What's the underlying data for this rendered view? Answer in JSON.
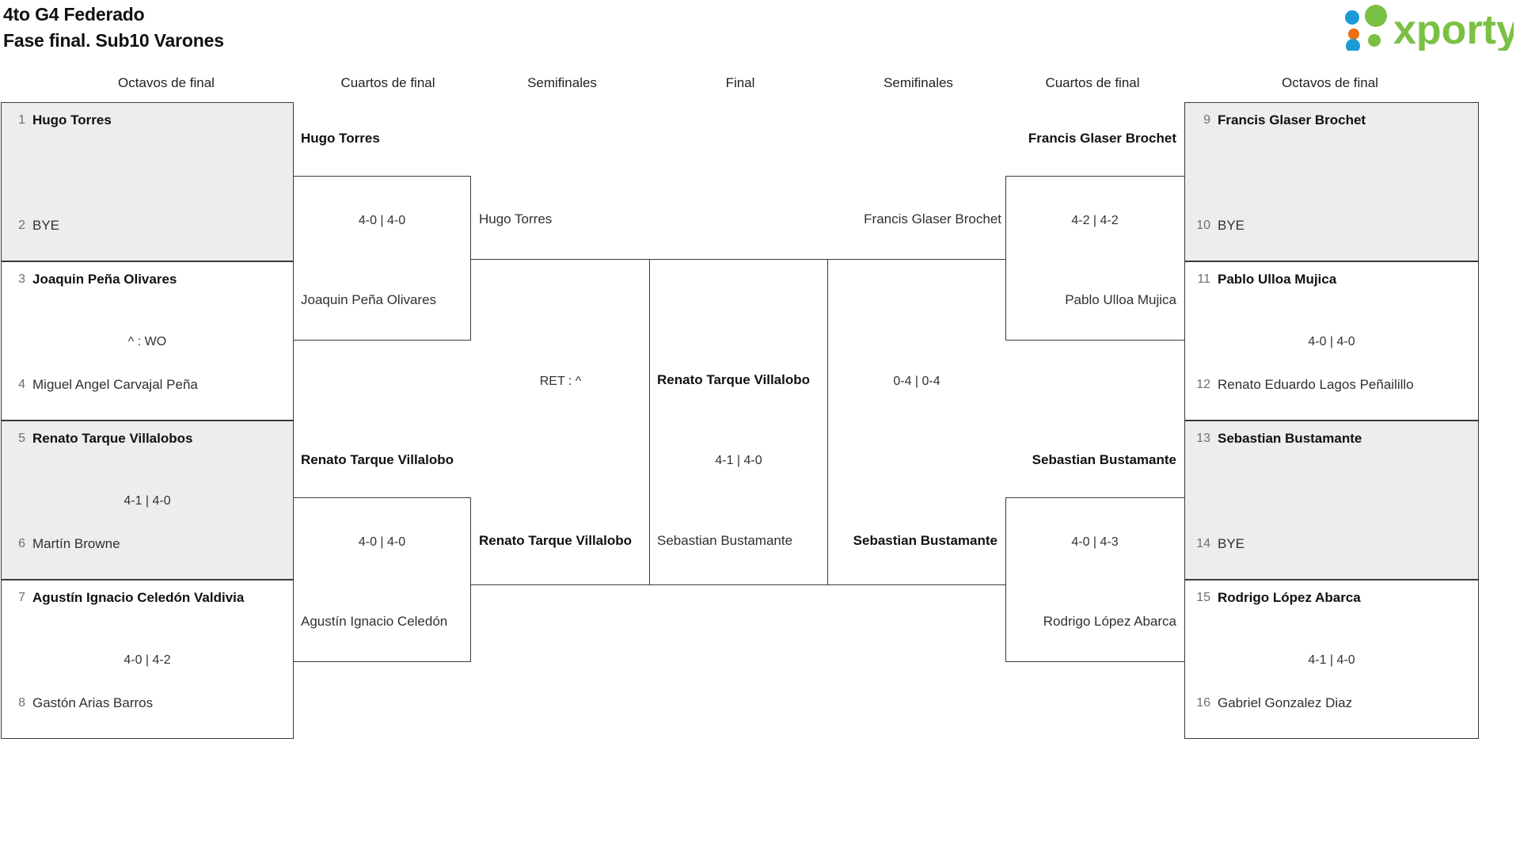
{
  "header": {
    "title_line1": "4to G4 Federado",
    "title_line2": "Fase final. Sub10 Varones",
    "logo_text": "xporty",
    "logo_colors": {
      "green": "#7ac143",
      "orange": "#e8700f",
      "blue": "#1c9ad6"
    }
  },
  "round_headers": [
    {
      "label": "Octavos de final"
    },
    {
      "label": "Cuartos de final"
    },
    {
      "label": "Semifinales"
    },
    {
      "label": "Final"
    },
    {
      "label": "Semifinales"
    },
    {
      "label": "Cuartos de final"
    },
    {
      "label": "Octavos de final"
    }
  ],
  "left_octavos": [
    {
      "shaded": true,
      "top": {
        "seed": "1",
        "name": "Hugo Torres",
        "winner": true
      },
      "bottom": {
        "seed": "2",
        "name": "BYE",
        "winner": false
      },
      "score": ""
    },
    {
      "shaded": false,
      "top": {
        "seed": "3",
        "name": "Joaquin Peña Olivares",
        "winner": true
      },
      "bottom": {
        "seed": "4",
        "name": "Miguel Angel Carvajal Peña",
        "winner": false
      },
      "score": "^ : WO"
    },
    {
      "shaded": true,
      "top": {
        "seed": "5",
        "name": "Renato Tarque Villalobos",
        "winner": true
      },
      "bottom": {
        "seed": "6",
        "name": "Martín Browne",
        "winner": false
      },
      "score": "4-1 | 4-0"
    },
    {
      "shaded": false,
      "top": {
        "seed": "7",
        "name": "Agustín Ignacio Celedón Valdivia",
        "winner": true
      },
      "bottom": {
        "seed": "8",
        "name": "Gastón Arias Barros",
        "winner": false
      },
      "score": "4-0 | 4-2"
    }
  ],
  "right_octavos": [
    {
      "shaded": true,
      "top": {
        "seed": "9",
        "name": "Francis Glaser Brochet",
        "winner": true
      },
      "bottom": {
        "seed": "10",
        "name": "BYE",
        "winner": false
      },
      "score": ""
    },
    {
      "shaded": false,
      "top": {
        "seed": "11",
        "name": "Pablo Ulloa Mujica",
        "winner": true
      },
      "bottom": {
        "seed": "12",
        "name": "Renato Eduardo Lagos Peñailillo",
        "winner": false
      },
      "score": "4-0 | 4-0"
    },
    {
      "shaded": true,
      "top": {
        "seed": "13",
        "name": "Sebastian Bustamante",
        "winner": true
      },
      "bottom": {
        "seed": "14",
        "name": "BYE",
        "winner": false
      },
      "score": ""
    },
    {
      "shaded": false,
      "top": {
        "seed": "15",
        "name": "Rodrigo López Abarca",
        "winner": true
      },
      "bottom": {
        "seed": "16",
        "name": "Gabriel Gonzalez Diaz",
        "winner": false
      },
      "score": "4-1 | 4-0"
    }
  ],
  "left_cuartos": [
    {
      "winner": "Hugo Torres",
      "loser": "Joaquin Peña Olivares",
      "score": "4-0 | 4-0"
    },
    {
      "winner": "Renato Tarque Villalobo",
      "loser": "Agustín Ignacio Celedón",
      "score": "4-0 | 4-0"
    }
  ],
  "right_cuartos": [
    {
      "winner": "Francis Glaser Brochet",
      "loser": "Pablo Ulloa Mujica",
      "score": "4-2 | 4-2"
    },
    {
      "winner": "Sebastian Bustamante",
      "loser": "Rodrigo López Abarca",
      "score": "4-0 | 4-3"
    }
  ],
  "left_semifinal": {
    "winner": "Renato Tarque Villalobo",
    "loser": "Hugo Torres",
    "score": "RET : ^"
  },
  "right_semifinal": {
    "winner": "Sebastian Bustamante",
    "loser": "Francis Glaser Brochet",
    "score": "0-4 | 0-4"
  },
  "final": {
    "winner": "Renato Tarque Villalobo",
    "loser": "Sebastian Bustamante",
    "score": "4-1 | 4-0"
  }
}
